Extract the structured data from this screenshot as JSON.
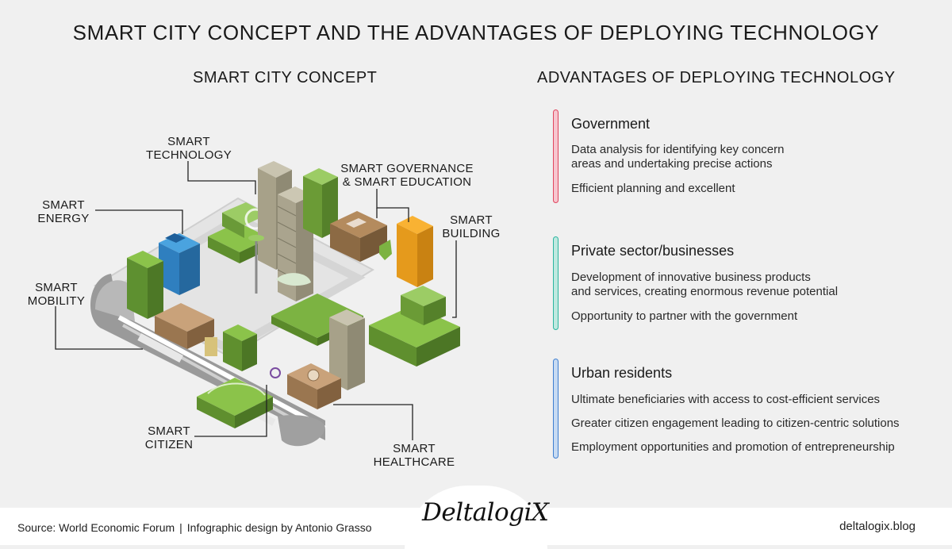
{
  "title": "SMART CITY CONCEPT AND THE ADVANTAGES OF DEPLOYING TECHNOLOGY",
  "left_title": "SMART CITY CONCEPT",
  "right_title": "ADVANTAGES OF DEPLOYING TECHNOLOGY",
  "callouts": {
    "technology": "SMART\nTECHNOLOGY",
    "governance": "SMART GOVERNANCE\n& SMART EDUCATION",
    "energy": "SMART\nENERGY",
    "building": "SMART\nBUILDING",
    "mobility": "SMART\nMOBILITY",
    "citizen": "SMART\nCITIZEN",
    "healthcare": "SMART\nHEALTHCARE"
  },
  "advantages": [
    {
      "heading": "Government",
      "color": "#e0455e",
      "items": [
        "Data analysis for identifying key concern\nareas and undertaking precise actions",
        "Efficient planning and excellent"
      ]
    },
    {
      "heading": "Private sector/businesses",
      "color": "#2bb5a0",
      "items": [
        "Development of innovative business products\nand services, creating enormous revenue potential",
        "Opportunity to partner with the government"
      ]
    },
    {
      "heading": "Urban residents",
      "color": "#3f7fd0",
      "items": [
        "Ultimate beneficiaries with access to cost-efficient services",
        "Greater citizen engagement leading to citizen-centric solutions",
        "Employment opportunities and promotion of entrepreneurship"
      ]
    }
  ],
  "footer": {
    "source": "Source: World Economic Forum",
    "design": "Infographic design by Antonio Grasso",
    "site": "deltalogix.blog",
    "logo": "DeltalogiX"
  }
}
